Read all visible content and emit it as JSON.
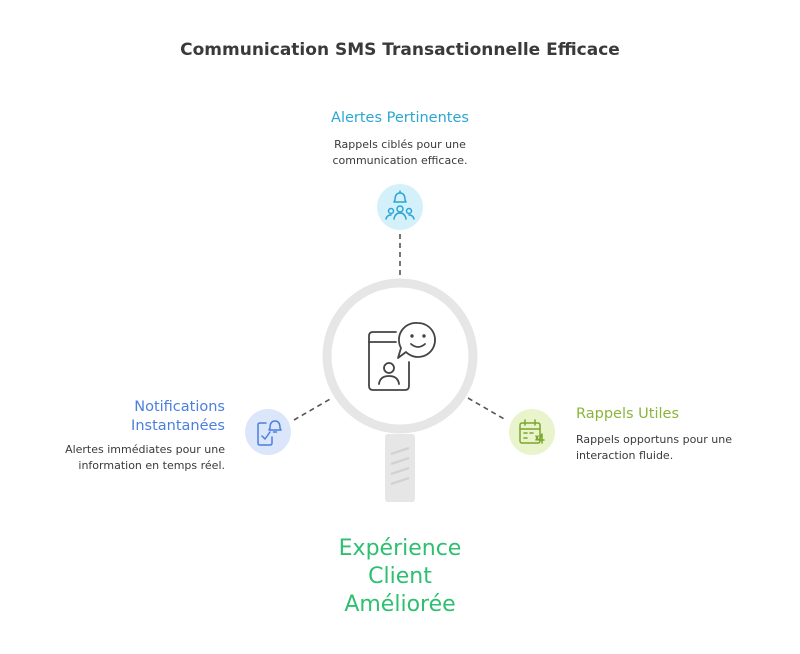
{
  "title": "Communication SMS Transactionnelle Efficace",
  "center": {
    "lines": [
      "Expérience",
      "Client",
      "Améliorée"
    ],
    "icon": "phone-chat-person-icon"
  },
  "branches": [
    {
      "id": "top",
      "title": "Alertes Pertinentes",
      "description_lines": [
        "Rappels ciblés pour une",
        "communication efficace."
      ],
      "icon": "bell-people-icon",
      "color": "#2aa6d2",
      "fill": "#d4f1fb"
    },
    {
      "id": "left",
      "title_lines": [
        "Notifications",
        "Instantanées"
      ],
      "description_lines": [
        "Alertes immédiates pour une",
        "information en temps réel."
      ],
      "icon": "phone-bell-icon",
      "color": "#4a7fe0",
      "fill": "#dbe6fb"
    },
    {
      "id": "right",
      "title": "Rappels Utiles",
      "description_lines": [
        "Rappels opportuns pour une",
        "interaction fluide."
      ],
      "icon": "calendar-x4-icon",
      "color": "#8ab53a",
      "fill": "#e9f4cc"
    }
  ],
  "colors": {
    "ring": "#e6e6e6",
    "connector": "#555555",
    "center_text": "#2fbf71",
    "title_text": "#3a3a3a"
  }
}
